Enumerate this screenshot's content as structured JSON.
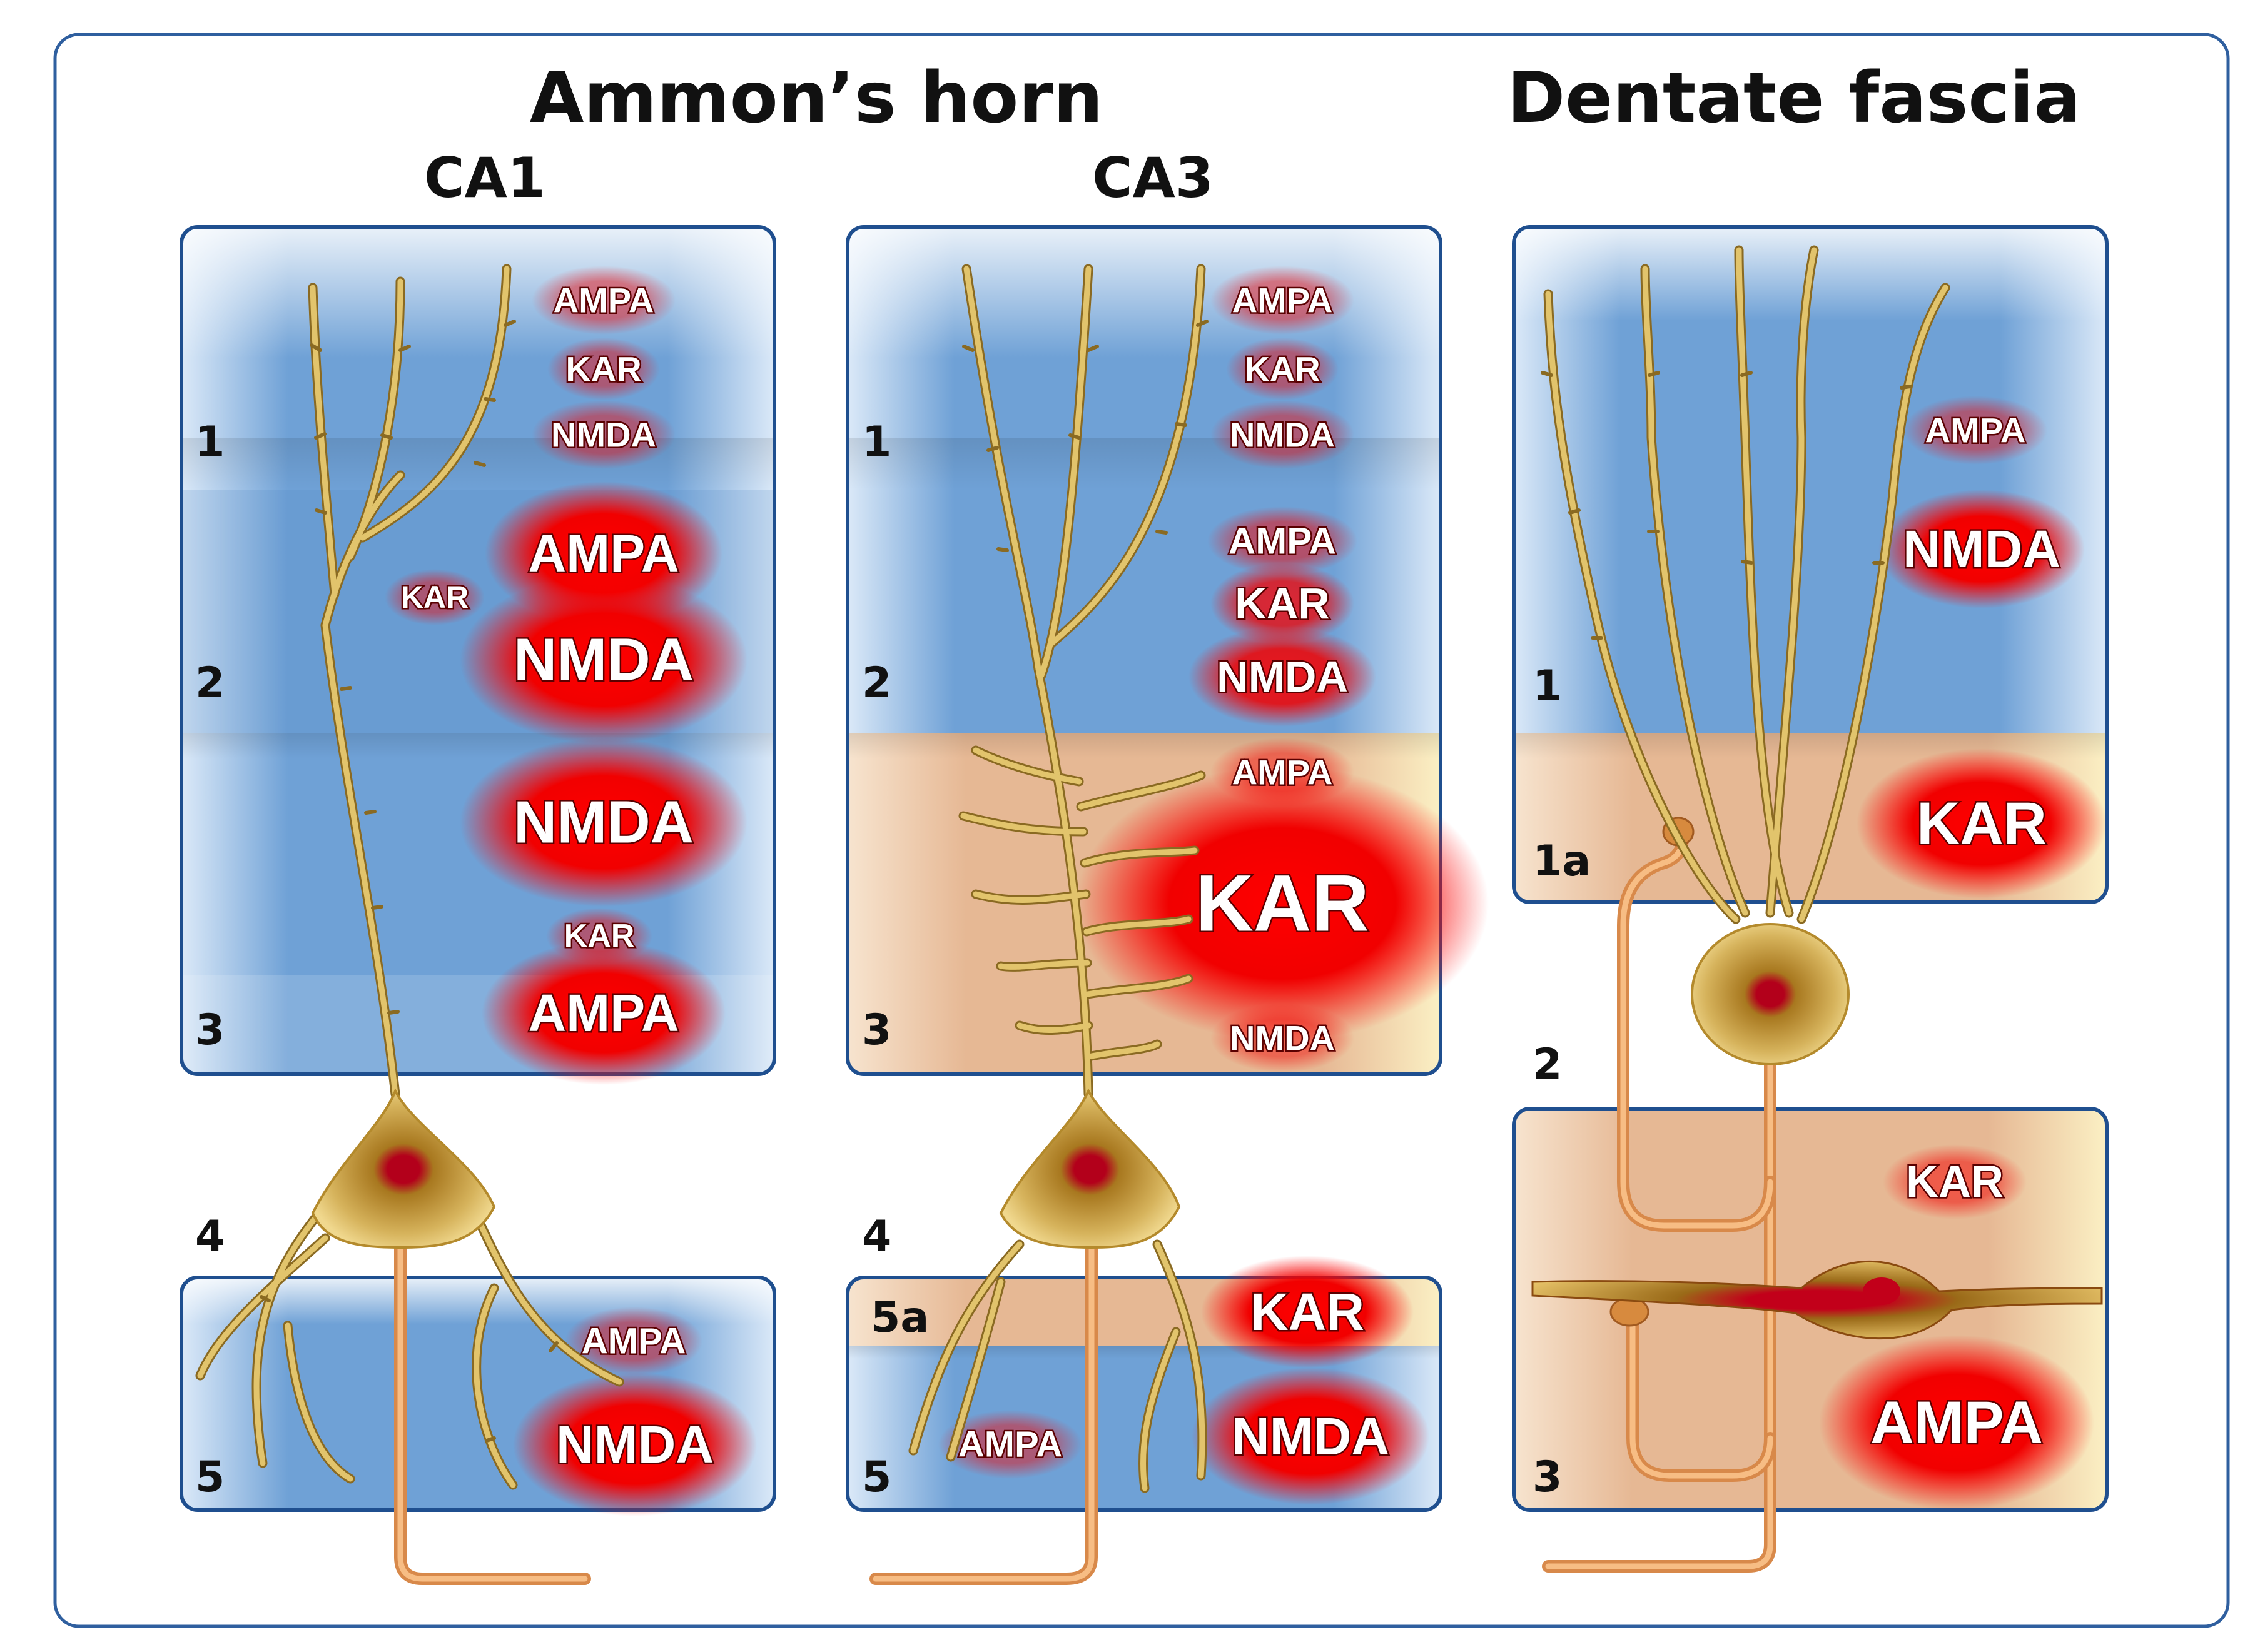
{
  "titles": {
    "ammons_horn": "Ammon’s horn",
    "dentate_fascia": "Dentate fascia",
    "ca1": "CA1",
    "ca3": "CA3"
  },
  "colors": {
    "frame": "#1f4f8f",
    "blue_layer": "#5b92cf",
    "peach_layer": "#e8b894",
    "receptor_glow": "#ff0000",
    "dendrite": "#e2c46c",
    "axon": "#f2a96c",
    "soma_nucleus": "#b3001b"
  },
  "ca1": {
    "layers": [
      "1",
      "2",
      "3",
      "4",
      "5"
    ],
    "labels": {
      "l1_ampa": "AMPA",
      "l1_kar": "KAR",
      "l1_nmda": "NMDA",
      "l2_kar": "KAR",
      "l2_ampa": "AMPA",
      "l2_nmda": "NMDA",
      "l3_nmda": "NMDA",
      "l3_kar": "KAR",
      "l3_ampa": "AMPA",
      "l5_ampa": "AMPA",
      "l5_nmda": "NMDA"
    }
  },
  "ca3": {
    "layers": [
      "1",
      "2",
      "3",
      "4",
      "5a",
      "5"
    ],
    "labels": {
      "l1_ampa": "AMPA",
      "l1_kar": "KAR",
      "l1_nmda": "NMDA",
      "l2_ampa": "AMPA",
      "l2_kar": "KAR",
      "l2_nmda": "NMDA",
      "l3_ampa": "AMPA",
      "l3_kar": "KAR",
      "l3_nmda": "NMDA",
      "l5a_kar": "KAR",
      "l5_ampa": "AMPA",
      "l5_nmda": "NMDA"
    }
  },
  "dentate": {
    "layers": [
      "1",
      "1a",
      "2",
      "3"
    ],
    "labels": {
      "l1_ampa": "AMPA",
      "l1_nmda": "NMDA",
      "l1a_kar": "KAR",
      "l3_kar": "KAR",
      "l3_ampa": "AMPA"
    }
  }
}
